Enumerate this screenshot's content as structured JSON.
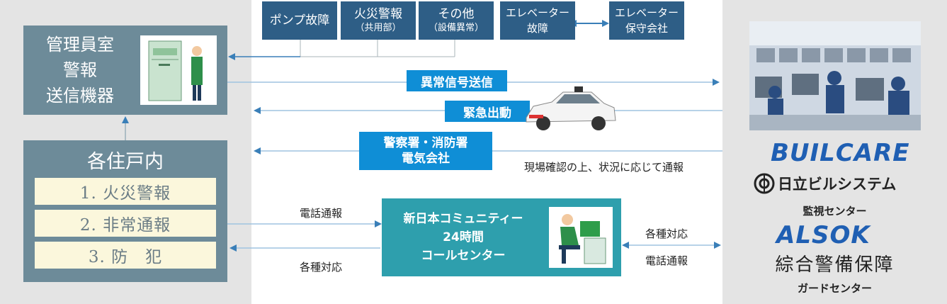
{
  "top_sources": [
    {
      "line1": "ポンプ故障",
      "line2": ""
    },
    {
      "line1": "火災警報",
      "line2": "（共用部）"
    },
    {
      "line1": "その他",
      "line2": "（設備異常）"
    }
  ],
  "elevator": {
    "fault": "エレベーター故障",
    "fault_l1": "エレベーター",
    "fault_l2": "故障",
    "company_l1": "エレベーター",
    "company_l2": "保守会社"
  },
  "manager_room": {
    "line1": "管理員室",
    "line2": "警報",
    "line3": "送信機器"
  },
  "residence": {
    "title": "各住戸内",
    "items": [
      "1. 火災警報",
      "2. 非常通報",
      "3. 防　犯"
    ]
  },
  "flows": {
    "abnormal_signal": "異常信号送信",
    "emergency_dispatch": "緊急出動",
    "police_l1": "警察署・消防署",
    "police_l2": "電気会社",
    "onsite_note": "現場確認の上、状況に応じて通報",
    "phone_report_left": "電話通報",
    "various_response_left": "各種対応",
    "various_response_right": "各種対応",
    "phone_report_right": "電話通報"
  },
  "call_center": {
    "line1": "新日本コミュニティー",
    "line2": "24時間",
    "line3": "コールセンター"
  },
  "right": {
    "builcare_logo": "BUILCARE",
    "hitachi": "日立ビルシステム",
    "monitor": "監視センター",
    "alsok_logo": "ALSOK",
    "alsok_name": "綜合警備保障",
    "guard": "ガードセンター"
  },
  "colors": {
    "slate": "#6d8b99",
    "dark_blue": "#2e5e86",
    "bright_blue": "#0f8ed6",
    "teal": "#2e9fad",
    "cream": "#fbf7dc",
    "arrow": "#3a7fb8",
    "panel": "#e4e4e4"
  },
  "icons": [
    "taxi-icon",
    "operator-icon",
    "control-room-photo",
    "hitachi-emblem-icon"
  ]
}
